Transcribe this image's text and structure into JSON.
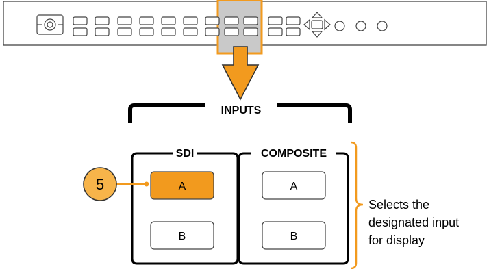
{
  "inputs_title": "INPUTS",
  "groups": {
    "sdi": {
      "title": "SDI",
      "button_a": "A",
      "button_b": "B"
    },
    "composite": {
      "title": "COMPOSITE",
      "button_a": "A",
      "button_b": "B"
    }
  },
  "callout": {
    "number": "5"
  },
  "description": {
    "line1": "Selects the",
    "line2": "designated input",
    "line3": "for display"
  },
  "colors": {
    "accent": "#f29a1e",
    "highlight_fill": "#c9c9c9",
    "selected_button": "#f29a1e",
    "callout_fill": "#f7b44a"
  }
}
